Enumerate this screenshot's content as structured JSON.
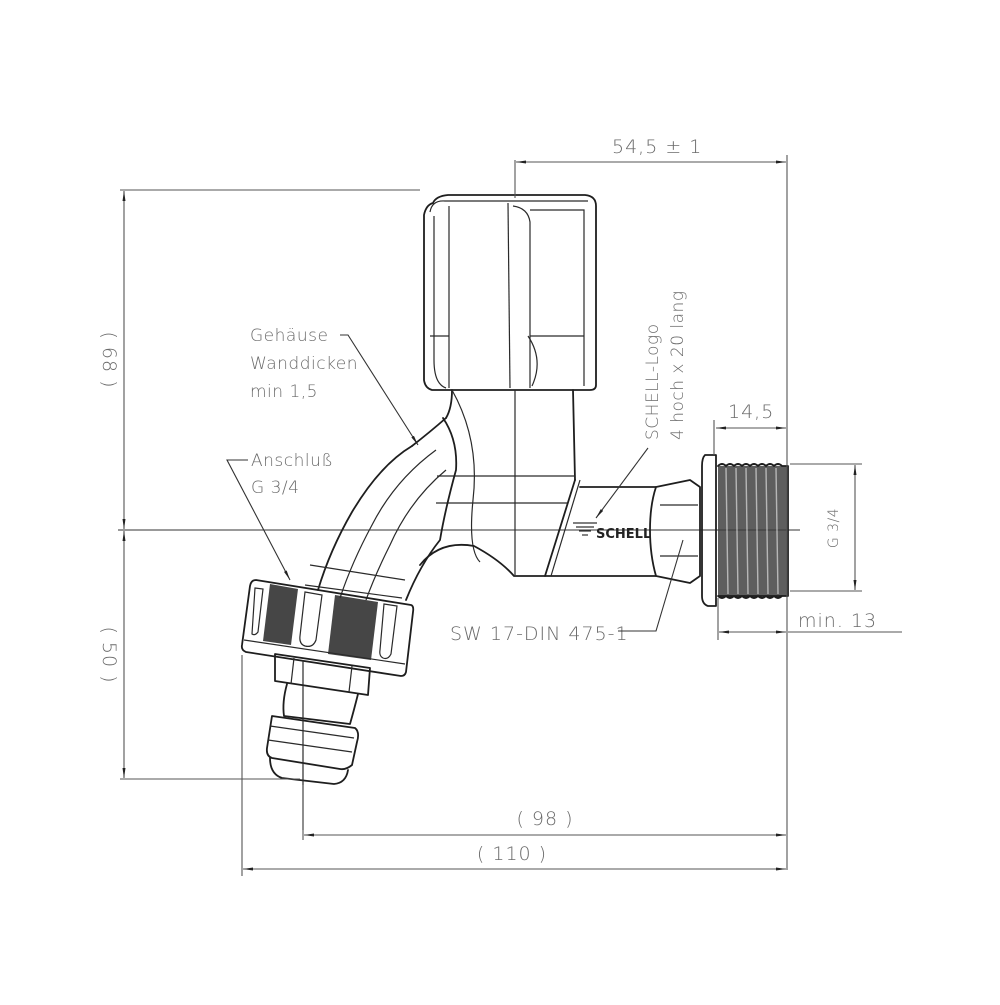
{
  "drawing": {
    "title": "Valve tap technical drawing (side view)",
    "colors": {
      "line": "#1e1e1e",
      "dimension_text": "#6a6a6a",
      "background": "#ffffff"
    },
    "dimensions": {
      "top_width": "54,5 ± 1",
      "thread_length": "14,5",
      "thread_size": "G 3/4",
      "min_engagement": "min.   13",
      "height_upper": "( 68 )",
      "height_lower": "( 50 )",
      "overall_98": "( 98 )",
      "overall_110": "( 110 )"
    },
    "annotations": {
      "housing_line1": "Gehäuse",
      "housing_line2": "Wanddicken",
      "housing_line3": "min  1,5",
      "connection_line1": "Anschluß",
      "connection_line2": "G  3/4",
      "logo_line1": "SCHELL-Logo",
      "logo_line2": "4 hoch x 20 lang",
      "wrench_size": "SW  17-DIN  475-1",
      "logo_mark": "SCHELL"
    }
  }
}
